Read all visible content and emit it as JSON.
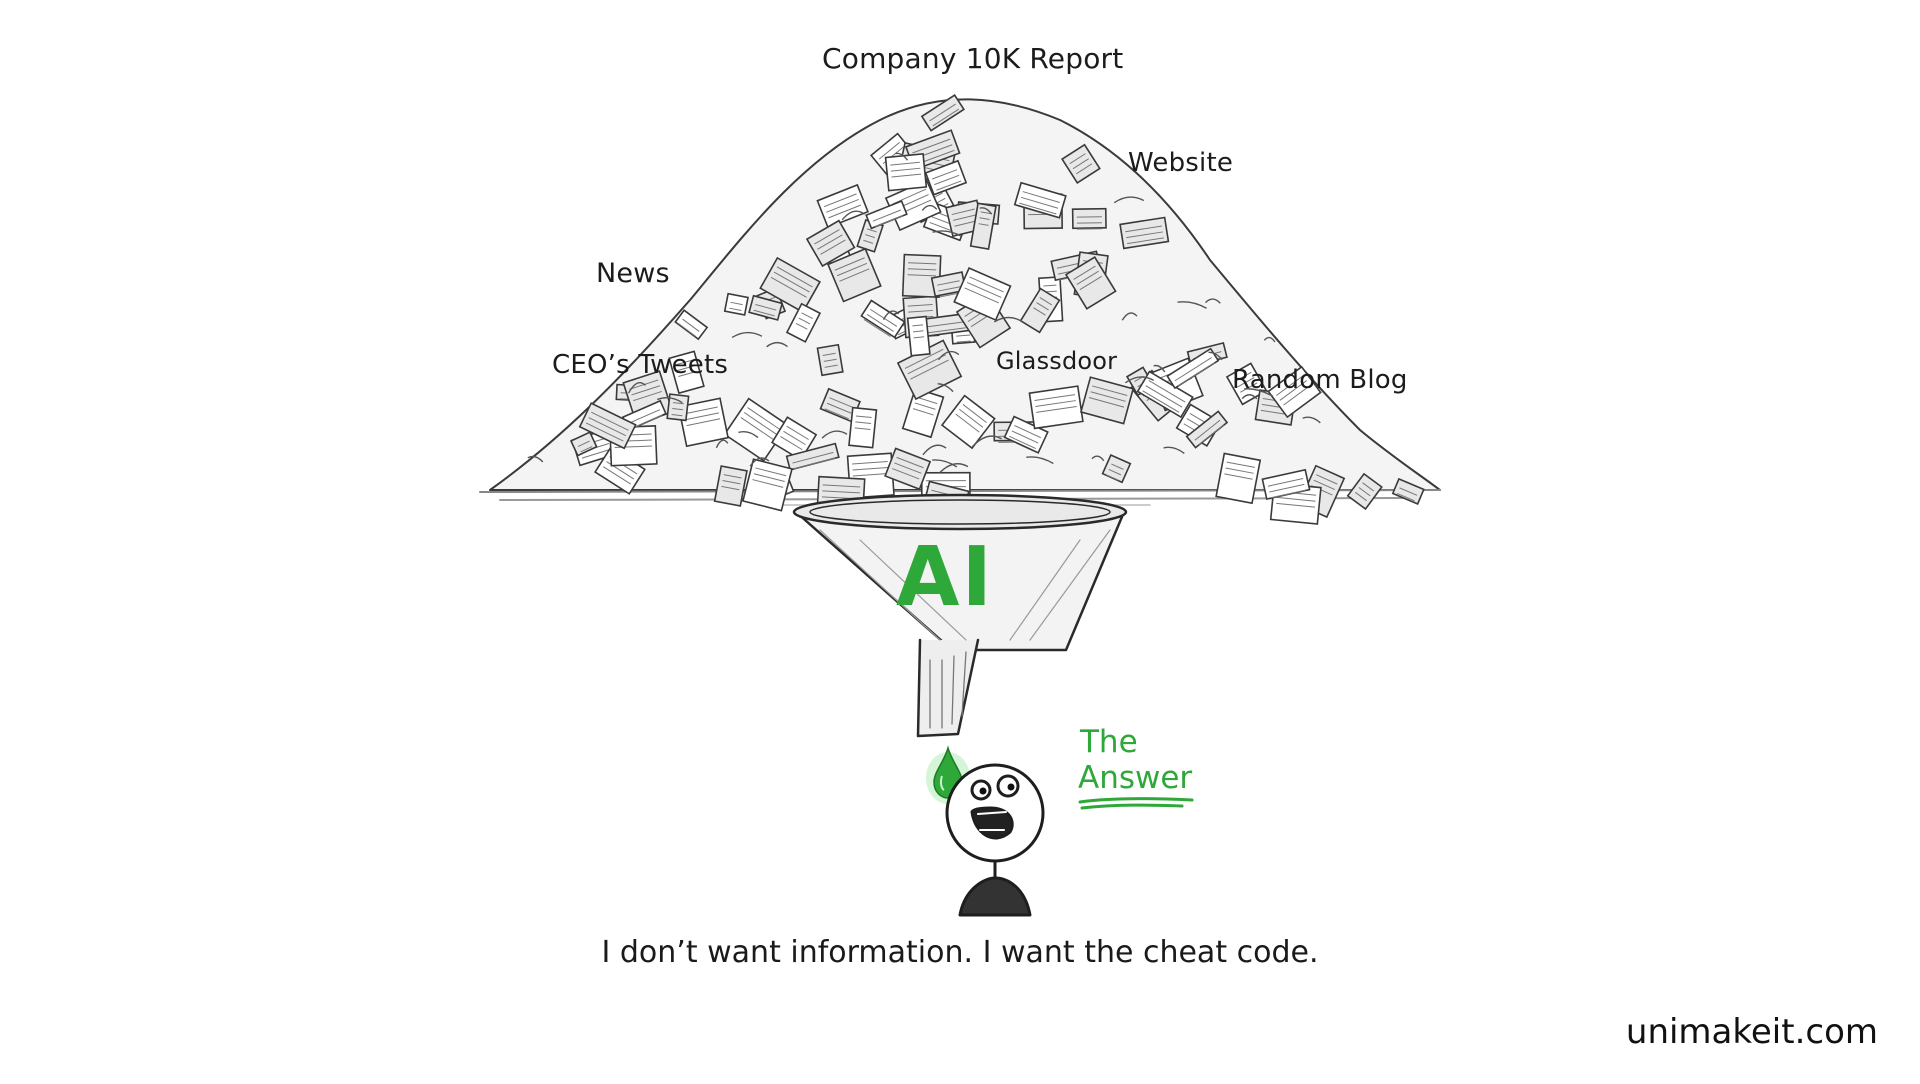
{
  "pile": {
    "labels": {
      "top": "Company 10K Report",
      "website": "Website",
      "news": "News",
      "tweets": "CEO’s Tweets",
      "glassdoor": "Glassdoor",
      "blog": "Random Blog"
    }
  },
  "funnel": {
    "label": "AI"
  },
  "answer": {
    "line1": "The",
    "line2": "Answer"
  },
  "caption": "I don’t want information. I want the cheat code.",
  "watermark": "unimakeit.com",
  "colors": {
    "accent_green": "#2fa83a",
    "ink": "#1a1a1a",
    "paper": "#ffffff"
  }
}
